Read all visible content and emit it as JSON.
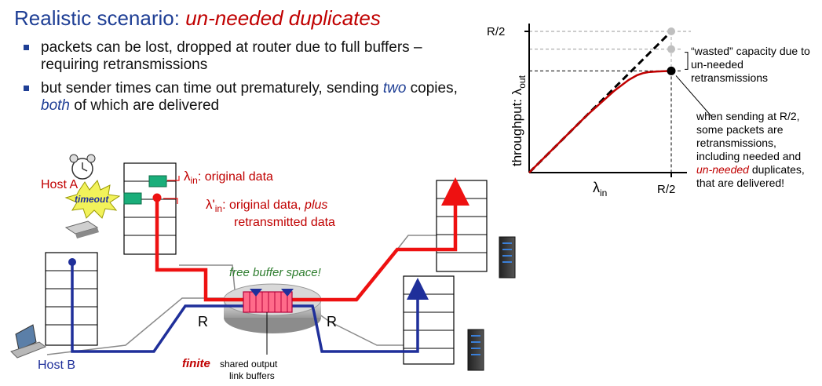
{
  "title": {
    "prefix": "Realistic scenario: ",
    "emphasis": "un-needed duplicates"
  },
  "bullets": [
    {
      "text": "packets can be lost, dropped at router due  to full buffers – requiring retransmissions"
    },
    {
      "pre": "but sender times can time out prematurely, sending ",
      "em1": "two",
      "mid": " copies, ",
      "em2": "both",
      "post": " of which are delivered"
    }
  ],
  "diagram": {
    "host_a_label": "Host A",
    "timeout_label": "timeout",
    "host_b_label": "Host B",
    "lambda_in_label": ": original data",
    "lambda_prime_in_label": ": original data, ",
    "plus_label": "plus",
    "retransmitted_label": "retransmitted data",
    "free_buffer_label": "free buffer space!",
    "link_left_label": "R",
    "link_right_label": "R",
    "finite_label": "finite",
    "shared_output_label": "shared output",
    "link_buffers_label": "link buffers"
  },
  "chart_data": {
    "type": "line",
    "xlabel": "λin",
    "ylabel": "throughput: λout",
    "x_tick_labels": [
      "R/2"
    ],
    "y_tick_labels": [
      "R/2"
    ],
    "xlim": [
      0,
      0.5
    ],
    "ylim": [
      0,
      0.5
    ],
    "series": [
      {
        "style": "dashed",
        "color": "#000000",
        "x": [
          0,
          0.5
        ],
        "y": [
          0,
          0.5
        ]
      },
      {
        "style": "solid",
        "color": "#c00000",
        "x": [
          0,
          0.05,
          0.1,
          0.15,
          0.2,
          0.25,
          0.3,
          0.35,
          0.38,
          0.4,
          0.42,
          0.45,
          0.5
        ],
        "y": [
          0,
          0.05,
          0.1,
          0.15,
          0.2,
          0.245,
          0.29,
          0.328,
          0.345,
          0.352,
          0.356,
          0.358,
          0.36
        ]
      }
    ],
    "annotations": {
      "wasted": "“wasted” capacity due to un-needed retransmissions",
      "when_pre": "when sending at R/2, some packets are retransmissions, including needed and ",
      "when_em": "un-needed",
      "when_post": " duplicates, that are delivered!"
    },
    "colors": {
      "curve": "#c00000",
      "marker_grey": "#bfbfbf",
      "marker_black": "#000000"
    }
  },
  "colors": {
    "title_blue": "#1f3f95",
    "red": "#c00000",
    "green_text": "#2e7d2e",
    "link_blue": "#1f2f9a",
    "link_red": "#ee1111",
    "packet_green": "#1aae7a"
  }
}
